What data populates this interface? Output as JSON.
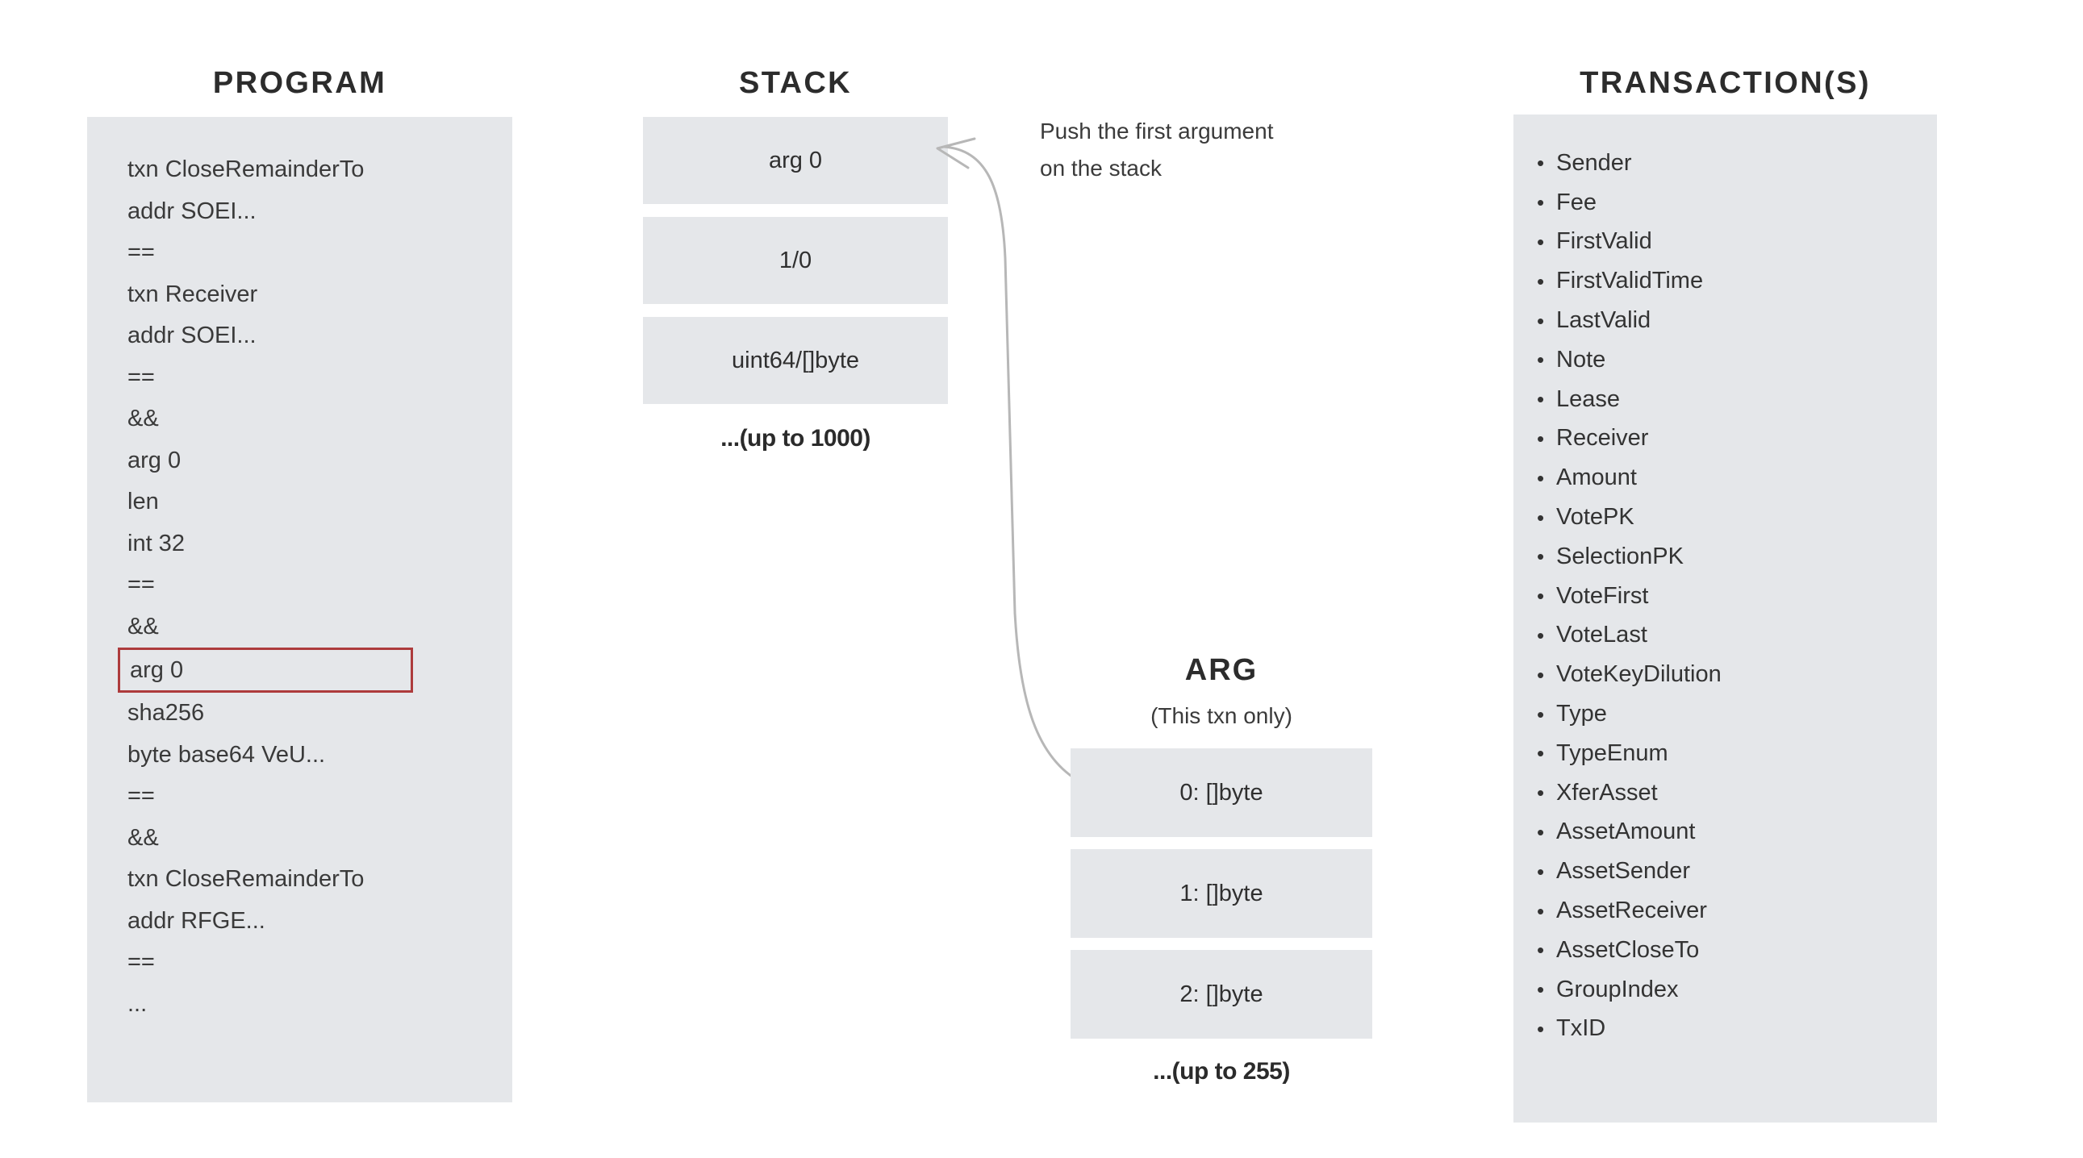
{
  "columns": {
    "program": {
      "heading": "PROGRAM",
      "rows": [
        {
          "text": "txn CloseRemainderTo",
          "highlighted": false
        },
        {
          "text": "addr SOEI...",
          "highlighted": false
        },
        {
          "text": "==",
          "highlighted": false
        },
        {
          "text": "txn Receiver",
          "highlighted": false
        },
        {
          "text": "addr SOEI...",
          "highlighted": false
        },
        {
          "text": "==",
          "highlighted": false
        },
        {
          "text": "&&",
          "highlighted": false
        },
        {
          "text": "arg 0",
          "highlighted": false
        },
        {
          "text": "len",
          "highlighted": false
        },
        {
          "text": "int 32",
          "highlighted": false
        },
        {
          "text": "==",
          "highlighted": false
        },
        {
          "text": "&&",
          "highlighted": false
        },
        {
          "text": "arg 0",
          "highlighted": true
        },
        {
          "text": "sha256",
          "highlighted": false
        },
        {
          "text": "byte base64 VeU...",
          "highlighted": false
        },
        {
          "text": "==",
          "highlighted": false
        },
        {
          "text": "&&",
          "highlighted": false
        },
        {
          "text": "txn CloseRemainderTo",
          "highlighted": false
        },
        {
          "text": "addr RFGE...",
          "highlighted": false
        },
        {
          "text": "==",
          "highlighted": false
        },
        {
          "text": "...",
          "highlighted": false
        }
      ]
    },
    "stack": {
      "heading": "STACK",
      "slots": [
        "arg 0",
        "1/0",
        "uint64/[]byte"
      ],
      "more_label": "...(up to 1000)"
    },
    "arg": {
      "heading": "ARG",
      "subheading": "(This txn only)",
      "slots": [
        "0: []byte",
        "1: []byte",
        "2: []byte"
      ],
      "more_label": "...(up to 255)"
    },
    "transactions": {
      "heading": "TRANSACTION(S)",
      "bullet": "•",
      "items": [
        "Sender",
        "Fee",
        "FirstValid",
        "FirstValidTime",
        "LastValid",
        "Note",
        "Lease",
        "Receiver",
        "Amount",
        "VotePK",
        "SelectionPK",
        "VoteFirst",
        "VoteLast",
        "VoteKeyDilution",
        "Type",
        "TypeEnum",
        "XferAsset",
        "AssetAmount",
        "AssetSender",
        "AssetReceiver",
        "AssetCloseTo",
        "GroupIndex",
        "TxID"
      ]
    }
  },
  "annotation": {
    "line1": "Push the first argument",
    "line2": "on the stack"
  },
  "colors": {
    "panel_background": "#e5e7ea",
    "highlight_border": "#ad3b3c",
    "arrow": "#b7b7b7",
    "text": "#2b2b2b",
    "page_background": "#ffffff"
  }
}
